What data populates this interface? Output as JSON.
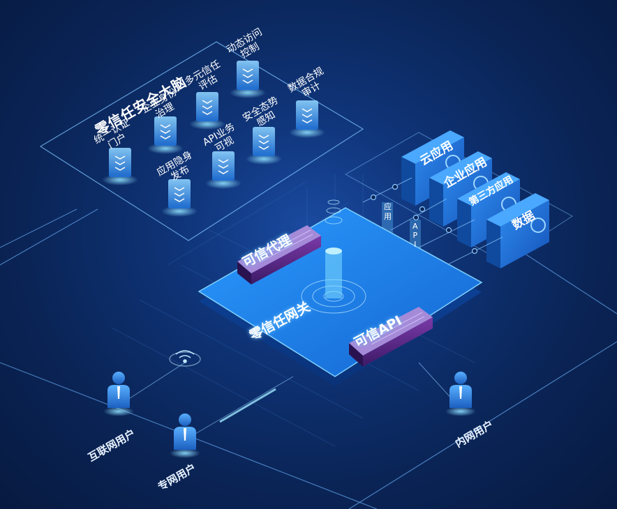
{
  "brain": {
    "title": "零信任安全大脑",
    "nodes": [
      {
        "id": "portal",
        "label": "统一认证\n门户"
      },
      {
        "id": "identity",
        "label": "企业身份\n治理"
      },
      {
        "id": "multi",
        "label": "多元信任\n评估"
      },
      {
        "id": "dynamic",
        "label": "动态访问\n控制"
      },
      {
        "id": "compliance",
        "label": "数据合规\n审计"
      },
      {
        "id": "situation",
        "label": "安全态势\n感知"
      },
      {
        "id": "apivis",
        "label": "API业务\n可视"
      },
      {
        "id": "stealth",
        "label": "应用隐身\n发布"
      }
    ]
  },
  "apps": [
    {
      "id": "cloud",
      "label": "云应用"
    },
    {
      "id": "enterprise",
      "label": "企业应用"
    },
    {
      "id": "thirdparty",
      "label": "第三方应用"
    },
    {
      "id": "data",
      "label": "数据"
    }
  ],
  "connectors": {
    "app": "应\n用",
    "api": "A\nP\nI"
  },
  "gateway": {
    "title": "零信任网关",
    "proxy": "可信代理",
    "api": "可信API"
  },
  "users": {
    "internet": "互联网用户",
    "private": "专网用户",
    "intranet": "内网用户"
  },
  "colors": {
    "background": "#0a2456",
    "platform": "#1c7fe8",
    "accent": "#4fc3ff",
    "device": "#5a2a8a"
  }
}
